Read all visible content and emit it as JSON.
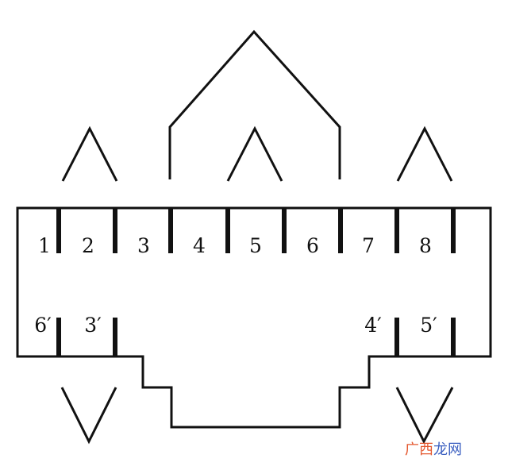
{
  "diagram": {
    "top_labels": [
      "1",
      "2",
      "3",
      "4",
      "5",
      "6",
      "7",
      "8"
    ],
    "bottom_left_labels": [
      "6′",
      "3′"
    ],
    "bottom_right_labels": [
      "4′",
      "5′"
    ],
    "line_color": "#111111",
    "background": "#ffffff"
  },
  "watermark": {
    "text": "广西龙网",
    "colors": [
      "#e4572e",
      "#3b5fc0"
    ]
  }
}
